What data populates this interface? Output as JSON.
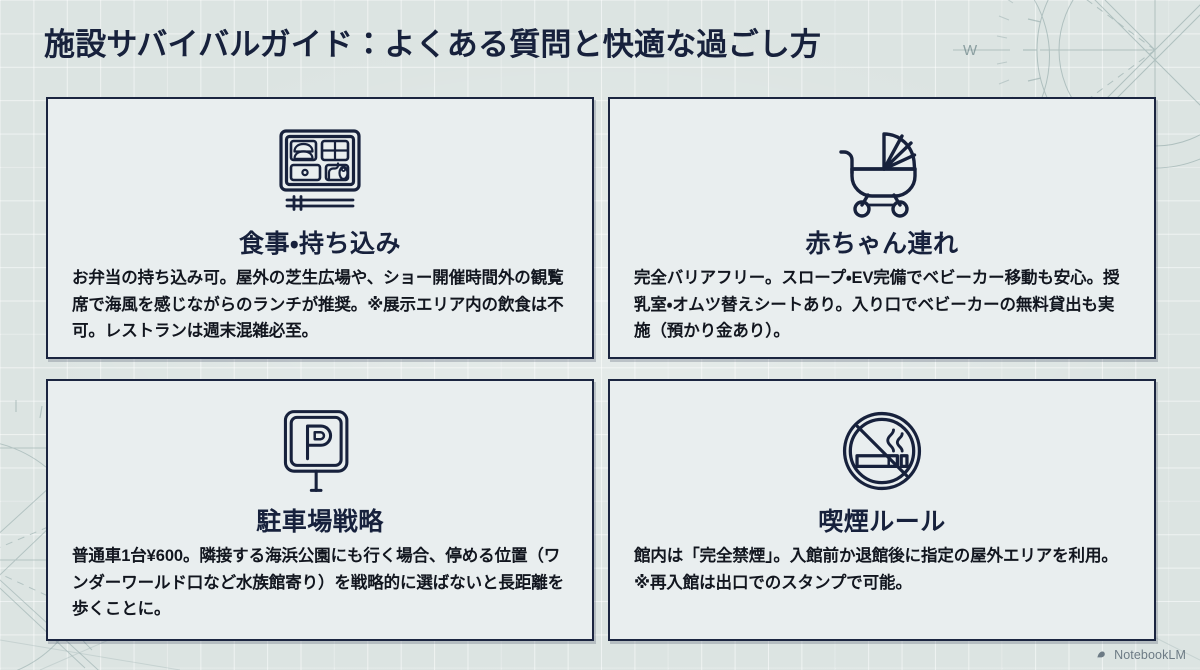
{
  "slide": {
    "title": "施設サバイバルガイド：よくある質問と快適な過ごし方",
    "background_color": "#dce4e2",
    "card_background_color": "#e9eeef",
    "accent_color": "#17213c",
    "decor": {
      "compass_label_west": "W"
    }
  },
  "cards": [
    {
      "icon": "bento-box-icon",
      "title": "食事・持ち込み",
      "body": "お弁当の持ち込み可。屋外の芝生広場や、ショー開催時間外の観覧席で海風を感じながらのランチが推奨。※展示エリア内の飲食は不可。レストランは週末混雑必至。"
    },
    {
      "icon": "baby-stroller-icon",
      "title": "赤ちゃん連れ",
      "body": "完全バリアフリー。スロープ・EV完備でベビーカー移動も安心。授乳室・オムツ替えシートあり。入り口でベビーカーの無料貸出も実施（預かり金あり）。"
    },
    {
      "icon": "parking-sign-icon",
      "title": "駐車場戦略",
      "body": "普通車1台¥600。隣接する海浜公園にも行く場合、停める位置（ワンダーワールド口など水族館寄り）を戦略的に選ばないと長距離を歩くことに。"
    },
    {
      "icon": "no-smoking-icon",
      "title": "喫煙ルール",
      "body": "館内は「完全禁煙」。入館前か退館後に指定の屋外エリアを利用。※再入館は出口でのスタンプで可能。"
    }
  ],
  "watermark": {
    "label": "NotebookLM",
    "icon": "notebooklm-logo-icon"
  }
}
